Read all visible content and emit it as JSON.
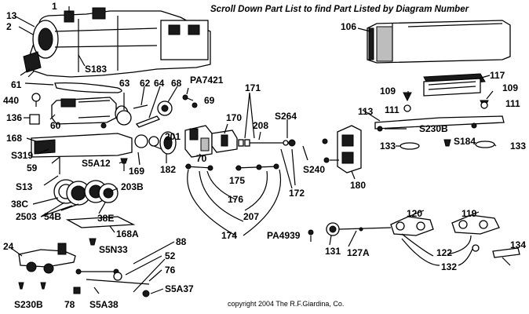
{
  "header": {
    "title": "Scroll Down Part List to find Part Listed by Diagram Number"
  },
  "copyright": "copyright 2004 The R.F.Giardina, Co.",
  "labels": {
    "l1": "1",
    "l2": "2",
    "l13": "13",
    "l106": "106",
    "lS183": "S183",
    "l61": "61",
    "l440": "440",
    "l63": "63",
    "l62": "62",
    "l64": "64",
    "l68": "68",
    "lPA7421": "PA7421",
    "l69": "69",
    "l171": "171",
    "l117": "117",
    "l109a": "109",
    "l109b": "109",
    "l111a": "111",
    "l111b": "111",
    "l113": "113",
    "l136": "136",
    "l60": "60",
    "l170": "170",
    "l208": "208",
    "lS264": "S264",
    "lS230Ba": "S230B",
    "l168": "168",
    "lS319": "S319",
    "l59": "59",
    "l201": "201",
    "lS184": "S184",
    "l133a": "133",
    "l133b": "133",
    "lS5A12": "S5A12",
    "l169": "169",
    "l182": "182",
    "l70": "70",
    "lS240": "S240",
    "l172": "172",
    "l180": "180",
    "lS13": "S13",
    "l203B": "203B",
    "l175": "175",
    "l38C": "38C",
    "l176": "176",
    "l2503": "2503",
    "l54B": "54B",
    "l38E": "38E",
    "l207": "207",
    "l120": "120",
    "l119": "119",
    "l168A": "168A",
    "l174": "174",
    "lPA4939": "PA4939",
    "l88": "88",
    "l24": "24",
    "lS5N33": "S5N33",
    "l131": "131",
    "l127A": "127A",
    "l122": "122",
    "l134": "134",
    "l52": "52",
    "l132": "132",
    "l76": "76",
    "lS5A37": "S5A37",
    "lS230Bb": "S230B",
    "l78": "78",
    "lS5A38": "S5A38"
  }
}
